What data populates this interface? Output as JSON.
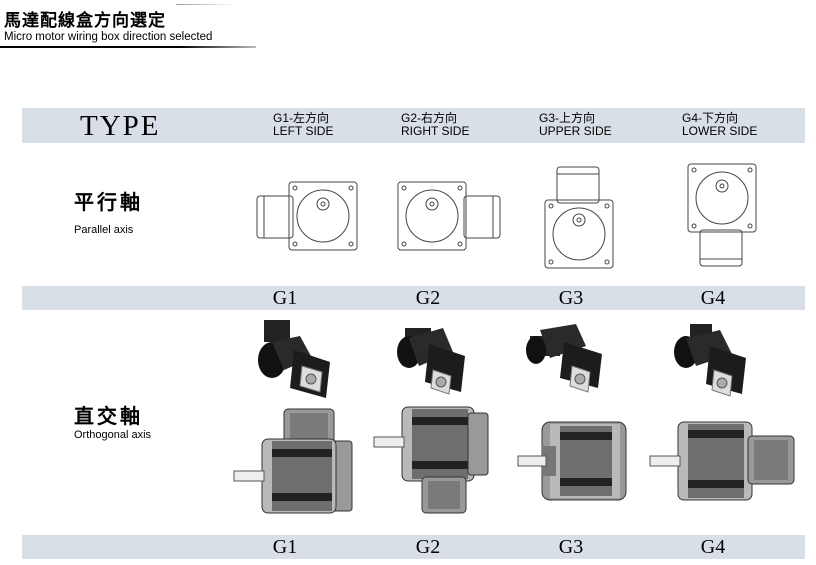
{
  "header": {
    "title_zh": "馬達配線盒方向選定",
    "title_en": "Micro motor wiring box direction selected"
  },
  "table": {
    "type_label": "TYPE",
    "columns": [
      {
        "code_zh": "G1-左方向",
        "side": "LEFT SIDE"
      },
      {
        "code_zh": "G2-右方向",
        "side": "RIGHT SIDE"
      },
      {
        "code_zh": "G3-上方向",
        "side": "UPPER SIDE"
      },
      {
        "code_zh": "G4-下方向",
        "side": "LOWER SIDE"
      }
    ],
    "rows": [
      {
        "name_zh": "平行軸",
        "name_en": "Parallel axis",
        "labels": [
          "G1",
          "G2",
          "G3",
          "G4"
        ]
      },
      {
        "name_zh": "直交軸",
        "name_en": "Orthogonal axis",
        "labels": [
          "G1",
          "G2",
          "G3",
          "G4"
        ]
      }
    ]
  }
}
